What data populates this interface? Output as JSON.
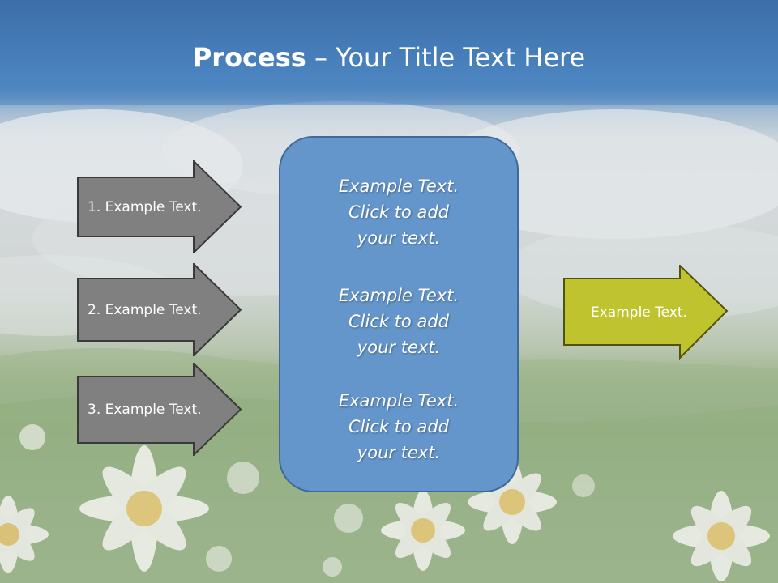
{
  "slide": {
    "title_bold": "Process",
    "title_rest": " – Your Title Text Here"
  },
  "left_arrows": [
    {
      "label": "1. Example Text."
    },
    {
      "label": "2. Example Text."
    },
    {
      "label": "3. Example Text."
    }
  ],
  "center_box": {
    "paragraphs": [
      "Example Text.\nClick  to add\nyour text.",
      "Example Text.\nClick  to add\nyour text.",
      "Example Text.\nClick  to add\nyour text."
    ]
  },
  "right_arrow": {
    "label": "Example Text."
  },
  "colors": {
    "title_bar": "#4a83bf",
    "gray_arrow_fill": "#808080",
    "gray_arrow_border": "#3a3a3a",
    "center_box_fill": "#6496cb",
    "center_box_border": "#3d6a9a",
    "green_arrow_fill": "#bfc42e",
    "green_arrow_border": "#4f5312"
  }
}
